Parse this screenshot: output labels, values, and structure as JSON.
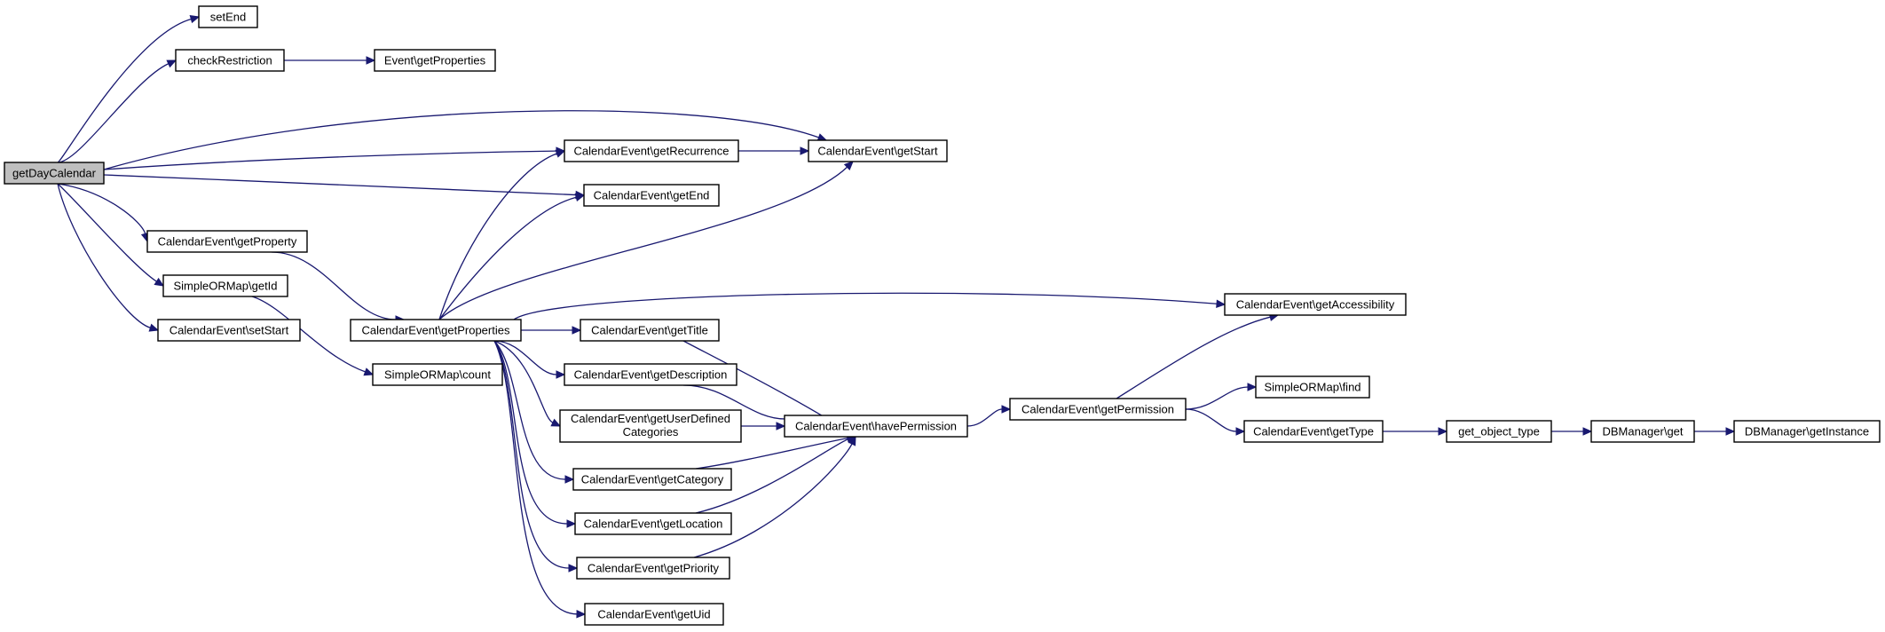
{
  "nodes": [
    {
      "id": "getDayCalendar",
      "label": "getDayCalendar",
      "root": true
    },
    {
      "id": "setEnd",
      "label": "setEnd"
    },
    {
      "id": "checkRestriction",
      "label": "checkRestriction"
    },
    {
      "id": "eventGetProperties",
      "label": "Event\\getProperties"
    },
    {
      "id": "getRecurrence",
      "label": "CalendarEvent\\getRecurrence"
    },
    {
      "id": "getStart",
      "label": "CalendarEvent\\getStart"
    },
    {
      "id": "getEnd",
      "label": "CalendarEvent\\getEnd"
    },
    {
      "id": "getProperty",
      "label": "CalendarEvent\\getProperty"
    },
    {
      "id": "getId",
      "label": "SimpleORMap\\getId"
    },
    {
      "id": "setStart",
      "label": "CalendarEvent\\setStart"
    },
    {
      "id": "getProperties",
      "label": "CalendarEvent\\getProperties"
    },
    {
      "id": "count",
      "label": "SimpleORMap\\count"
    },
    {
      "id": "getTitle",
      "label": "CalendarEvent\\getTitle"
    },
    {
      "id": "getDescription",
      "label": "CalendarEvent\\getDescription"
    },
    {
      "id": "getUserDefinedCategories",
      "label": "CalendarEvent\\getUserDefined",
      "label2": "Categories"
    },
    {
      "id": "getCategory",
      "label": "CalendarEvent\\getCategory"
    },
    {
      "id": "getLocation",
      "label": "CalendarEvent\\getLocation"
    },
    {
      "id": "getPriority",
      "label": "CalendarEvent\\getPriority"
    },
    {
      "id": "getUid",
      "label": "CalendarEvent\\getUid"
    },
    {
      "id": "havePermission",
      "label": "CalendarEvent\\havePermission"
    },
    {
      "id": "getAccessibility",
      "label": "CalendarEvent\\getAccessibility"
    },
    {
      "id": "getPermission",
      "label": "CalendarEvent\\getPermission"
    },
    {
      "id": "find",
      "label": "SimpleORMap\\find"
    },
    {
      "id": "getType",
      "label": "CalendarEvent\\getType"
    },
    {
      "id": "get_object_type",
      "label": "get_object_type"
    },
    {
      "id": "dbGet",
      "label": "DBManager\\get"
    },
    {
      "id": "getInstance",
      "label": "DBManager\\getInstance"
    }
  ],
  "edges": [
    {
      "from": "getDayCalendar",
      "to": "setEnd"
    },
    {
      "from": "getDayCalendar",
      "to": "checkRestriction"
    },
    {
      "from": "getDayCalendar",
      "to": "getStart"
    },
    {
      "from": "getDayCalendar",
      "to": "getRecurrence"
    },
    {
      "from": "getDayCalendar",
      "to": "getEnd"
    },
    {
      "from": "getDayCalendar",
      "to": "getProperty"
    },
    {
      "from": "getDayCalendar",
      "to": "getId"
    },
    {
      "from": "getDayCalendar",
      "to": "setStart"
    },
    {
      "from": "checkRestriction",
      "to": "eventGetProperties"
    },
    {
      "from": "getRecurrence",
      "to": "getStart"
    },
    {
      "from": "getProperty",
      "to": "getProperties"
    },
    {
      "from": "getId",
      "to": "count"
    },
    {
      "from": "getProperties",
      "to": "getRecurrence"
    },
    {
      "from": "getProperties",
      "to": "getEnd"
    },
    {
      "from": "getProperties",
      "to": "getStart"
    },
    {
      "from": "getProperties",
      "to": "getAccessibility"
    },
    {
      "from": "getProperties",
      "to": "getTitle"
    },
    {
      "from": "getProperties",
      "to": "getDescription"
    },
    {
      "from": "getProperties",
      "to": "getUserDefinedCategories"
    },
    {
      "from": "getProperties",
      "to": "getCategory"
    },
    {
      "from": "getProperties",
      "to": "getLocation"
    },
    {
      "from": "getProperties",
      "to": "getPriority"
    },
    {
      "from": "getProperties",
      "to": "getUid"
    },
    {
      "from": "getTitle",
      "to": "havePermission"
    },
    {
      "from": "getDescription",
      "to": "havePermission"
    },
    {
      "from": "getUserDefinedCategories",
      "to": "havePermission"
    },
    {
      "from": "getCategory",
      "to": "havePermission"
    },
    {
      "from": "getLocation",
      "to": "havePermission"
    },
    {
      "from": "getPriority",
      "to": "havePermission"
    },
    {
      "from": "havePermission",
      "to": "getPermission"
    },
    {
      "from": "getPermission",
      "to": "getAccessibility"
    },
    {
      "from": "getPermission",
      "to": "find"
    },
    {
      "from": "getPermission",
      "to": "getType"
    },
    {
      "from": "getType",
      "to": "get_object_type"
    },
    {
      "from": "get_object_type",
      "to": "dbGet"
    },
    {
      "from": "dbGet",
      "to": "getInstance"
    }
  ]
}
